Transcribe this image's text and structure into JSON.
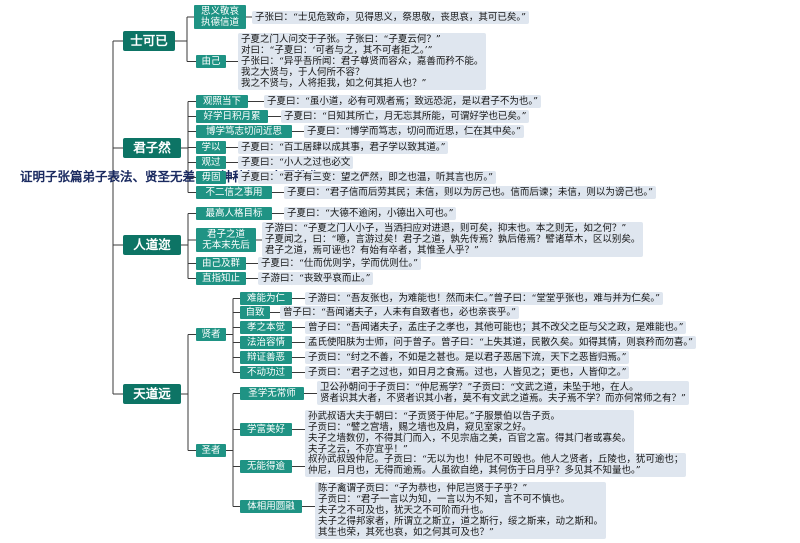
{
  "root": {
    "lines": [
      "证明",
      "子张篇",
      "弟子表法、",
      "贤圣无差，",
      "示神种行、",
      "大愿教化"
    ]
  },
  "cats": [
    {
      "id": "c1",
      "label": "士可已"
    },
    {
      "id": "c2",
      "label": "君子然"
    },
    {
      "id": "c3",
      "label": "人道迩"
    },
    {
      "id": "c4",
      "label": "天道远"
    }
  ],
  "subs": [
    {
      "id": "s1",
      "lines": [
        "思义敬哀",
        "执德信道"
      ]
    },
    {
      "id": "s2",
      "lines": [
        "由己"
      ]
    },
    {
      "id": "s3",
      "lines": [
        "观照当下"
      ]
    },
    {
      "id": "s4",
      "lines": [
        "好学日积月累"
      ]
    },
    {
      "id": "s5",
      "lines": [
        "博学笃志切问近思"
      ]
    },
    {
      "id": "s6",
      "lines": [
        "学以"
      ]
    },
    {
      "id": "s7",
      "lines": [
        "观过"
      ]
    },
    {
      "id": "s8",
      "lines": [
        "毋固"
      ]
    },
    {
      "id": "s9",
      "lines": [
        "不二信之事用"
      ]
    },
    {
      "id": "s10",
      "lines": [
        "最高人格目标"
      ]
    },
    {
      "id": "s11",
      "lines": [
        "君子之道",
        "无本末先后"
      ]
    },
    {
      "id": "s12",
      "lines": [
        "由己及群"
      ]
    },
    {
      "id": "s13",
      "lines": [
        "直指知止"
      ]
    },
    {
      "id": "s14",
      "lines": [
        "贤者"
      ]
    },
    {
      "id": "s15",
      "lines": [
        "难能为仁"
      ]
    },
    {
      "id": "s16",
      "lines": [
        "自致"
      ]
    },
    {
      "id": "s17",
      "lines": [
        "孝之本觉"
      ]
    },
    {
      "id": "s18",
      "lines": [
        "法治容情"
      ]
    },
    {
      "id": "s19",
      "lines": [
        "辩证善恶"
      ]
    },
    {
      "id": "s20",
      "lines": [
        "不动功过"
      ]
    },
    {
      "id": "s21",
      "lines": [
        "圣者"
      ]
    },
    {
      "id": "s22",
      "lines": [
        "圣学无常师"
      ]
    },
    {
      "id": "s23",
      "lines": [
        "学富美好"
      ]
    },
    {
      "id": "s24",
      "lines": [
        "无能得逾"
      ]
    },
    {
      "id": "s25",
      "lines": [
        "体相用圆融"
      ]
    }
  ],
  "leaves": [
    {
      "id": "l1",
      "lines": [
        "子张曰：“士见危致命，见得思义，祭思敬，丧思哀，其可已矣。”"
      ]
    },
    {
      "id": "l2",
      "lines": [
        "子夏之门人问交于子张。子张曰：“子夏云何？”",
        "对曰：“子夏曰：‘可者与之，其不可者拒之。’”",
        "子张曰：“异乎吾所闻：君子尊贤而容众，嘉善而矜不能。",
        "我之大贤与，于人何所不容？",
        "我之不贤与，人将拒我，如之何其拒人也？”"
      ]
    },
    {
      "id": "l3",
      "lines": [
        "子夏曰：“虽小道，必有可观者焉；致远恐泥，是以君子不为也。”"
      ]
    },
    {
      "id": "l4",
      "lines": [
        "子夏曰：“日知其所亡，月无忘其所能，可谓好学也已矣。”"
      ]
    },
    {
      "id": "l5",
      "lines": [
        "子夏曰：“博学而笃志，切问而近思，仁在其中矣。”"
      ]
    },
    {
      "id": "l6",
      "lines": [
        "子夏曰：“百工居肆以成其事，君子学以致其道。”"
      ]
    },
    {
      "id": "l7",
      "lines": [
        "子夏曰：“小人之过也必文"
      ]
    },
    {
      "id": "l8",
      "lines": [
        "子夏曰：“君子有三变：望之俨然，即之也温，听其言也厉。”"
      ]
    },
    {
      "id": "l9",
      "lines": [
        "子夏曰：“君子信而后劳其民；未信，则以为厉己也。信而后谏；未信，则以为谤己也。”"
      ]
    },
    {
      "id": "l10",
      "lines": [
        "子夏曰：“大德不逾闲，小德出入可也。”"
      ]
    },
    {
      "id": "l11",
      "lines": [
        "子游曰：“子夏之门人小子，当洒扫应对进退，则可矣，抑末也。本之则无，如之何？”",
        "子夏闻之，曰：“噫，言游过矣！君子之道，孰先传焉？孰后倦焉？譬诸草木，区以别矣。",
        "君子之道，焉可诬也？有始有卒者，其惟圣人乎？”"
      ]
    },
    {
      "id": "l12",
      "lines": [
        "子夏曰：“仕而优则学，学而优则仕。”"
      ]
    },
    {
      "id": "l13",
      "lines": [
        "子游曰：“丧致乎哀而止。”"
      ]
    },
    {
      "id": "l14",
      "lines": [
        "子游曰：“吾友张也，为难能也！然而未仁。”曾子曰：“堂堂乎张也，难与并为仁矣。”"
      ]
    },
    {
      "id": "l15",
      "lines": [
        "曾子曰：“吾闻诸夫子，人未有自致者也，必也亲丧乎。”"
      ]
    },
    {
      "id": "l16",
      "lines": [
        "曾子曰：“吾闻诸夫子，孟庄子之孝也，其他可能也；其不改父之臣与父之政，是难能也。”"
      ]
    },
    {
      "id": "l17",
      "lines": [
        "孟氏使阳肤为士师，问于曾子。曾子曰：“上失其道，民散久矣。如得其情，则哀矜而勿喜。”"
      ]
    },
    {
      "id": "l18",
      "lines": [
        "子贡曰：“纣之不善，不如是之甚也。是以君子恶居下流，天下之恶皆归焉。”"
      ]
    },
    {
      "id": "l19",
      "lines": [
        "子贡曰：“君子之过也，如日月之食焉。过也，人皆见之；更也，人皆仰之。”"
      ]
    },
    {
      "id": "l20",
      "lines": [
        "卫公孙朝问于子贡曰：“仲尼焉学？”子贡曰：“文武之道，未坠于地，在人。",
        "贤者识其大者，不贤者识其小者，莫不有文武之道焉。夫子焉不学？而亦何常师之有？”"
      ]
    },
    {
      "id": "l21",
      "lines": [
        "孙武叔语大夫于朝曰：“子贡贤于仲尼。”子服景伯以告子贡。",
        "子贡曰：“譬之宫墙，赐之墙也及肩，窥见室家之好。",
        "夫子之墙数仞，不得其门而入，不见宗庙之美，百官之富。得其门者或寡矣。",
        "夫子之云，不亦宜乎！”"
      ]
    },
    {
      "id": "l22",
      "lines": [
        "叔孙武叔毁仲尼。子贡曰：“无以为也！仲尼不可毁也。他人之贤者，丘陵也，犹可逾也；",
        "仲尼，日月也，无得而逾焉。人虽欲自绝，其何伤于日月乎？多见其不知量也。”"
      ]
    },
    {
      "id": "l23",
      "lines": [
        "陈子禽谓子贡曰：“子为恭也，仲尼岂贤于子乎？”",
        "子贡曰：“君子一言以为知，一言以为不知，言不可不慎也。",
        "夫子之不可及也，犹天之不可阶而升也。",
        "夫子之得邦家者，所谓立之斯立，道之斯行，绥之斯来，动之斯和。",
        "其生也荣，其死也哀，如之何其可及也？”"
      ]
    }
  ]
}
